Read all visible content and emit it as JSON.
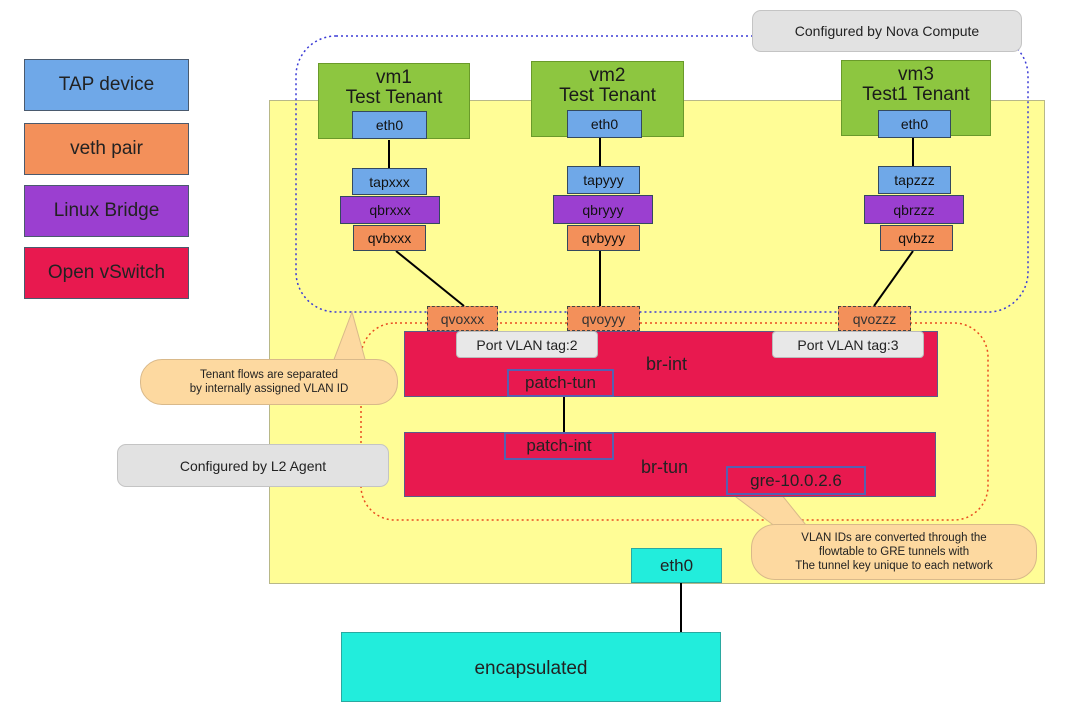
{
  "legend": [
    {
      "label": "TAP device",
      "color": "#6fa8e8"
    },
    {
      "label": "veth pair",
      "color": "#f3905a"
    },
    {
      "label": "Linux Bridge",
      "color": "#9b3fd0"
    },
    {
      "label": "Open vSwitch",
      "color": "#e8194f"
    }
  ],
  "notes": {
    "nova": "Configured by Nova Compute",
    "l2agent": "Configured by L2 Agent",
    "tenant_flows_line1": "Tenant flows are separated",
    "tenant_flows_line2": "by internally assigned VLAN ID",
    "vlan_line1": "VLAN IDs are converted through the",
    "vlan_line2": "flowtable to GRE tunnels with",
    "vlan_line3": "The tunnel key unique to each network"
  },
  "vms": [
    {
      "name": "vm1",
      "tenant": "Test Tenant",
      "eth": "eth0",
      "tap": "tapxxx",
      "qbr": "qbrxxx",
      "qvb": "qvbxxx",
      "qvo": "qvoxxx"
    },
    {
      "name": "vm2",
      "tenant": "Test Tenant",
      "eth": "eth0",
      "tap": "tapyyy",
      "qbr": "qbryyy",
      "qvb": "qvbyyy",
      "qvo": "qvoyyy"
    },
    {
      "name": "vm3",
      "tenant": "Test1 Tenant",
      "eth": "eth0",
      "tap": "tapzzz",
      "qbr": "qbrzzz",
      "qvb": "qvbzz",
      "qvo": "qvozzz"
    }
  ],
  "br_int": {
    "label": "br-int",
    "tag2": "Port VLAN tag:2",
    "tag3": "Port VLAN tag:3",
    "patch": "patch-tun"
  },
  "br_tun": {
    "label": "br-tun",
    "patch": "patch-int",
    "gre": "gre-10.0.2.6"
  },
  "host_eth": "eth0",
  "network": "encapsulated",
  "colors": {
    "host_area": "#fffd96",
    "ovs": "#e8194f",
    "cyan": "#22eddc",
    "vm": "#8dc640",
    "callout": "#fdd9a0"
  }
}
